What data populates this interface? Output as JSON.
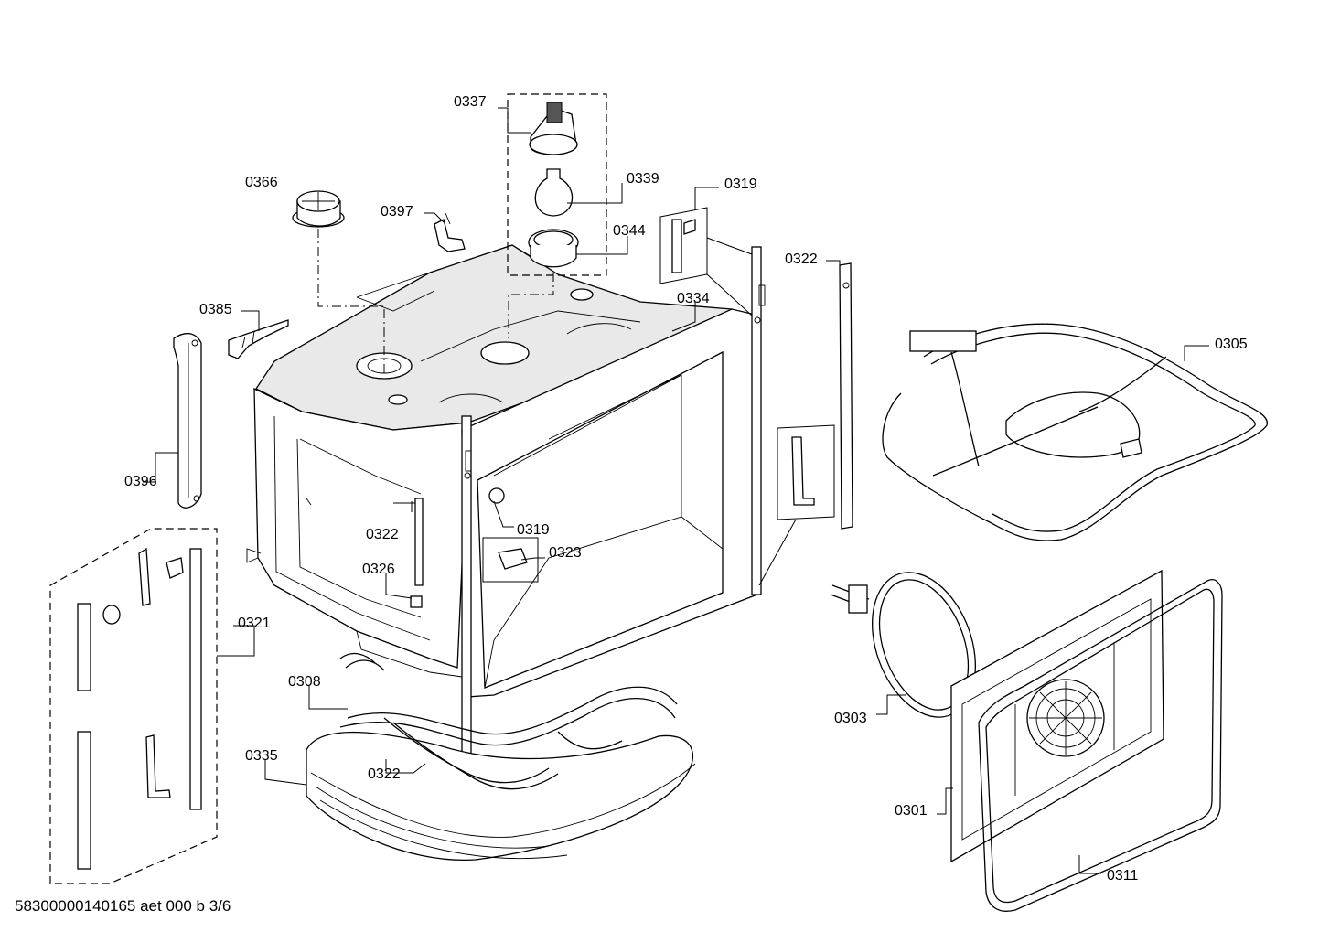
{
  "labels": {
    "p0337": "0337",
    "p0339": "0339",
    "p0344": "0344",
    "p0366": "0366",
    "p0397": "0397",
    "p0319_top": "0319",
    "p0322_top": "0322",
    "p0334": "0334",
    "p0385": "0385",
    "p0305": "0305",
    "p0396": "0396",
    "p0322_mid": "0322",
    "p0319_mid": "0319",
    "p0323": "0323",
    "p0326": "0326",
    "p0321": "0321",
    "p0308": "0308",
    "p0303": "0303",
    "p0335": "0335",
    "p0322_bot": "0322",
    "p0301": "0301",
    "p0311": "0311"
  },
  "footer": "58300000140165 aet 000 b 3/6"
}
